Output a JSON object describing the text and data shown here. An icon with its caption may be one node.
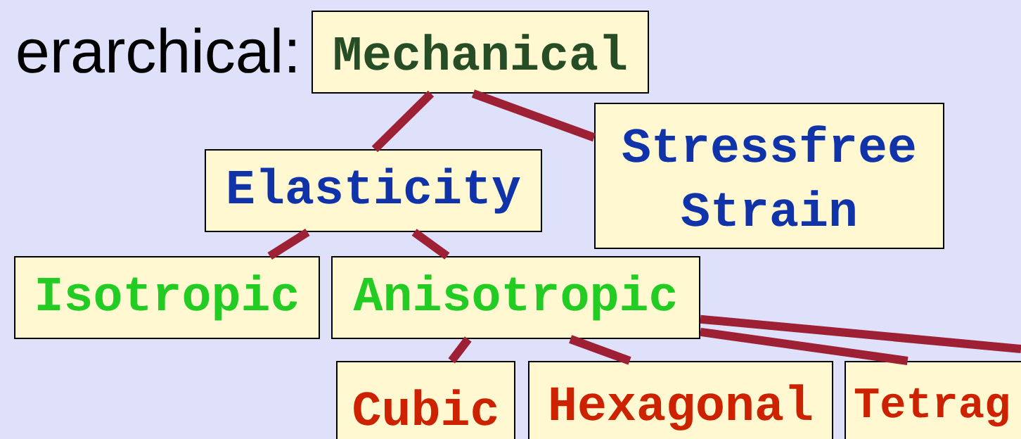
{
  "diagram": {
    "nodes": [
      {
        "text": [
          "Mechanical"
        ]
      },
      {
        "text": [
          "Elasticity"
        ]
      },
      {
        "text": [
          "Stressfree Strain"
        ]
      },
      {
        "text": [
          "Isotropic"
        ]
      },
      {
        "text": [
          "Anisotropic"
        ]
      },
      {
        "text": [
          "Cubic"
        ]
      },
      {
        "text": [
          "Hexagonal"
        ]
      },
      {
        "text": [
          "Tetrag"
        ]
      }
    ],
    "edges": [
      {
        "from": 0,
        "to": 1,
        "arrow": "none"
      },
      {
        "from": 0,
        "to": 2,
        "arrow": "none"
      },
      {
        "from": 1,
        "to": 3,
        "arrow": "none"
      },
      {
        "from": 1,
        "to": 4,
        "arrow": "none"
      },
      {
        "from": 4,
        "to": 5,
        "arrow": "none"
      },
      {
        "from": 4,
        "to": 6,
        "arrow": "none"
      },
      {
        "from": 4,
        "to": 7,
        "arrow": "none"
      },
      {
        "from": 4,
        "to": null,
        "arrow": "none"
      }
    ],
    "labels": [
      "erarchical:"
    ]
  }
}
